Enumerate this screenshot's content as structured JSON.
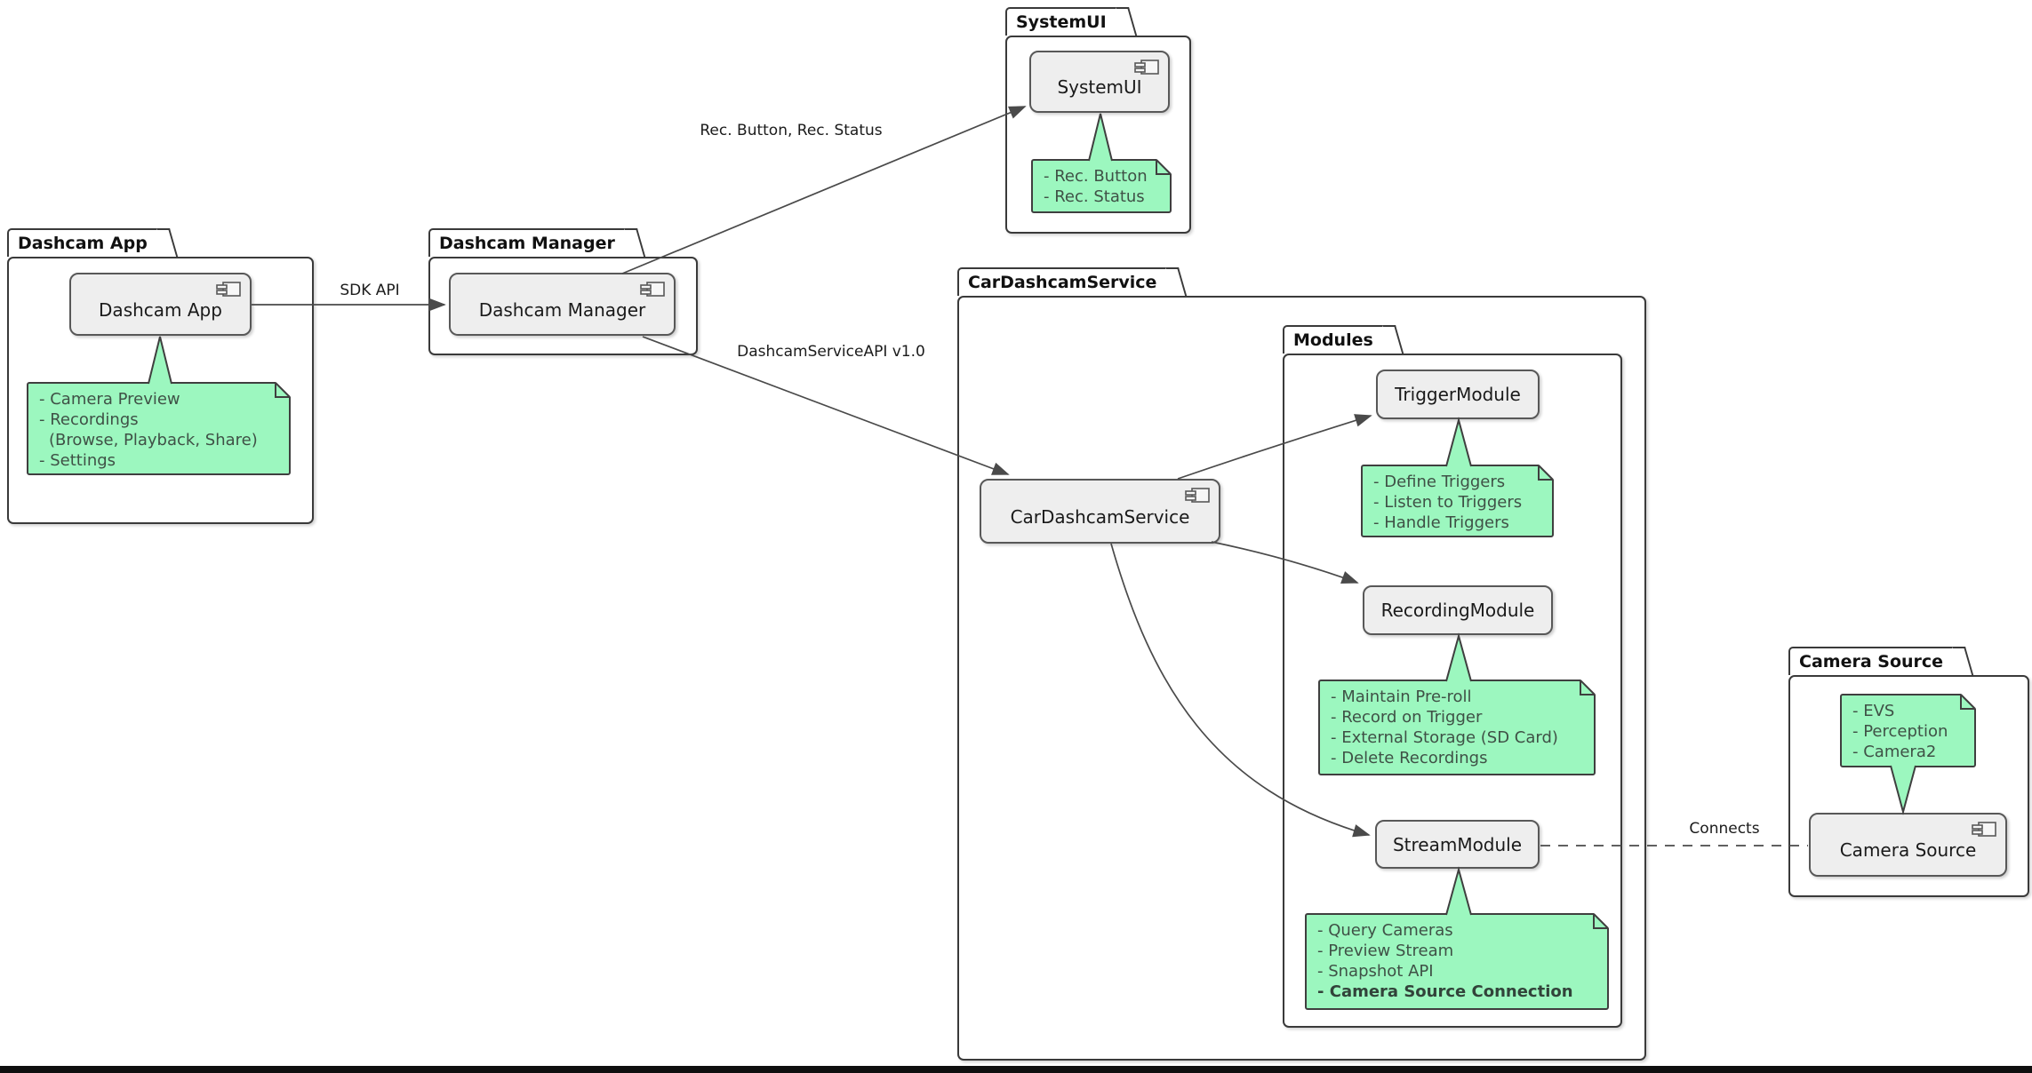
{
  "diagram_type": "uml-component-diagram",
  "packages": {
    "dashcam_app": {
      "title": "Dashcam App"
    },
    "dashcam_manager": {
      "title": "Dashcam Manager"
    },
    "system_ui": {
      "title": "SystemUI"
    },
    "car_dashcam_service": {
      "title": "CarDashcamService"
    },
    "modules": {
      "title": "Modules"
    },
    "camera_source": {
      "title": "Camera Source"
    }
  },
  "components": {
    "dashcam_app": {
      "label": "Dashcam App"
    },
    "dashcam_manager": {
      "label": "Dashcam Manager"
    },
    "system_ui": {
      "label": "SystemUI"
    },
    "car_dashcam_service": {
      "label": "CarDashcamService"
    },
    "trigger_module": {
      "label": "TriggerModule"
    },
    "recording_module": {
      "label": "RecordingModule"
    },
    "stream_module": {
      "label": "StreamModule"
    },
    "camera_source": {
      "label": "Camera Source"
    }
  },
  "notes": {
    "dashcam_app": {
      "lines": [
        "- Camera Preview",
        "- Recordings",
        "(Browse, Playback, Share)",
        "- Settings"
      ]
    },
    "system_ui": {
      "lines": [
        "- Rec. Button",
        "- Rec. Status"
      ]
    },
    "trigger_module": {
      "lines": [
        "- Define Triggers",
        "- Listen to Triggers",
        "- Handle Triggers"
      ]
    },
    "recording_module": {
      "lines": [
        "- Maintain Pre-roll",
        "- Record on Trigger",
        "- External Storage (SD Card)",
        "- Delete Recordings"
      ]
    },
    "stream_module": {
      "lines": [
        "- Query Cameras",
        "- Preview Stream",
        "- Snapshot API",
        "- Camera Source Connection"
      ],
      "bold_line_index": 3
    },
    "camera_source": {
      "lines": [
        "- EVS",
        "- Perception",
        "- Camera2"
      ]
    }
  },
  "edges": {
    "sdk_api": {
      "label": "SDK API",
      "style": "solid-arrow"
    },
    "rec_button_status": {
      "label": "Rec. Button, Rec. Status",
      "style": "solid-arrow"
    },
    "dashcam_service_api": {
      "label": "DashcamServiceAPI v1.0",
      "style": "solid-arrow"
    },
    "to_trigger_module": {
      "label": "",
      "style": "solid-arrow"
    },
    "to_recording_module": {
      "label": "",
      "style": "solid-arrow"
    },
    "to_stream_module": {
      "label": "",
      "style": "solid-arrow"
    },
    "connects": {
      "label": "Connects",
      "style": "dashed"
    }
  },
  "colors": {
    "background": "#FFFFFF",
    "note_fill": "#9CF7BF",
    "note_border": "#3F3F3F",
    "note_text": "#3F5146",
    "component_fill": "#EEEEEE",
    "component_border": "#585858",
    "package_border": "#3A3A3A",
    "edge": "#4A4A4A",
    "text": "#1B1B1B",
    "bottom_bar": "#0F0F0F"
  }
}
